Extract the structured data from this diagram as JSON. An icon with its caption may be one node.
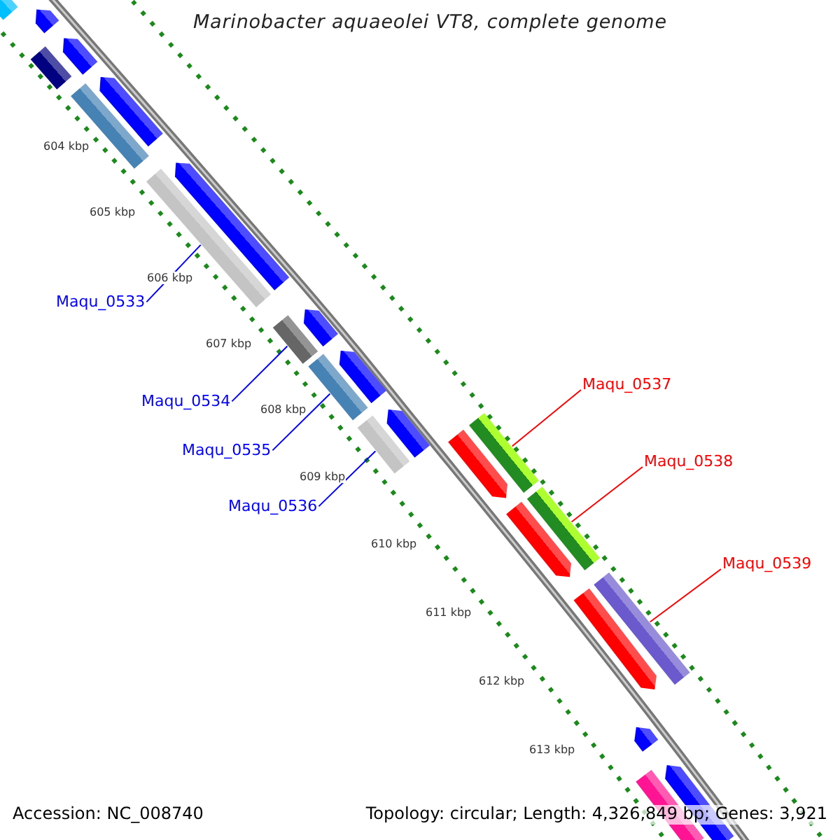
{
  "diagram": {
    "title": "Marinobacter aquaeolei VT8, complete genome",
    "nodes": [
      {
        "text": [
          "Maqu_0533"
        ]
      },
      {
        "text": [
          "Maqu_0534"
        ]
      },
      {
        "text": [
          "Maqu_0535"
        ]
      },
      {
        "text": [
          "Maqu_0536"
        ]
      },
      {
        "text": [
          "Maqu_0537"
        ]
      },
      {
        "text": [
          "Maqu_0538"
        ]
      },
      {
        "text": [
          "Maqu_0539"
        ]
      },
      {
        "text": [],
        "shape": "bar"
      },
      {
        "text": [],
        "shape": "pentagon"
      },
      {
        "text": [],
        "shape": "pentagon"
      },
      {
        "text": [],
        "shape": "bar"
      },
      {
        "text": [],
        "shape": "pentagon"
      },
      {
        "text": [],
        "shape": "bar"
      },
      {
        "text": [],
        "shape": "pentagon"
      },
      {
        "text": [],
        "shape": "bar"
      },
      {
        "text": [],
        "shape": "pentagon"
      },
      {
        "text": [],
        "shape": "bar"
      },
      {
        "text": [],
        "shape": "pentagon"
      },
      {
        "text": [],
        "shape": "bar"
      },
      {
        "text": [],
        "shape": "pentagon"
      },
      {
        "text": [],
        "shape": "bar"
      },
      {
        "text": [],
        "shape": "bar"
      },
      {
        "text": [],
        "shape": "pentagon"
      },
      {
        "text": [],
        "shape": "bar"
      },
      {
        "text": [],
        "shape": "pentagon"
      },
      {
        "text": [],
        "shape": "bar"
      },
      {
        "text": [],
        "shape": "pentagon"
      },
      {
        "text": [],
        "shape": "pentagon"
      },
      {
        "text": [],
        "shape": "pentagon"
      },
      {
        "text": [],
        "shape": "bar"
      }
    ],
    "edges": [
      {
        "from": 0,
        "to": 14,
        "arrow": "none"
      },
      {
        "from": 1,
        "to": 16,
        "arrow": "none"
      },
      {
        "from": 2,
        "to": 18,
        "arrow": "none"
      },
      {
        "from": 3,
        "to": 20,
        "arrow": "none"
      },
      {
        "from": 4,
        "to": 21,
        "arrow": "none",
        "color": "#ff0000"
      },
      {
        "from": 5,
        "to": 23,
        "arrow": "none",
        "color": "#ff0000"
      },
      {
        "from": 6,
        "to": 25,
        "arrow": "none",
        "color": "#ff0000"
      }
    ],
    "labels": [
      "604 kbp",
      "605 kbp",
      "606 kbp",
      "607 kbp",
      "608 kbp",
      "609 kbp",
      "610 kbp",
      "611 kbp",
      "612 kbp",
      "613 kbp",
      "Accession: NC_008740",
      "Topology: circular; Length: 4,326,849 bp; Genes: 3,921"
    ]
  }
}
